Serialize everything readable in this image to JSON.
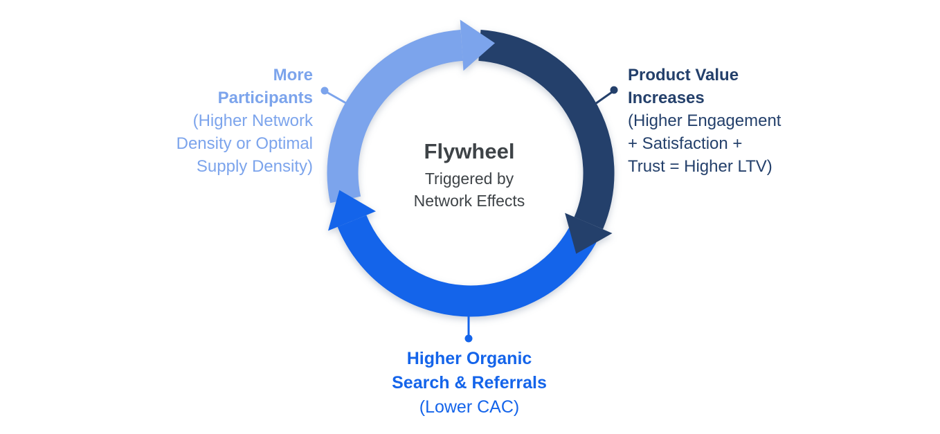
{
  "colors": {
    "light_blue": "#7CA4EC",
    "dark_navy": "#24406B",
    "blue": "#1464EA",
    "center_text": "#3E4347"
  },
  "center": {
    "title": "Flywheel",
    "subtitle": [
      "Triggered by",
      "Network Effects"
    ]
  },
  "nodes": {
    "participants": {
      "title": [
        "More",
        "Participants"
      ],
      "detail": [
        "(Higher Network",
        "Density or Optimal",
        "Supply Density)"
      ]
    },
    "product_value": {
      "title": [
        "Product Value",
        "Increases"
      ],
      "detail": [
        "(Higher Engagement",
        "+ Satisfaction +",
        "Trust = Higher LTV)"
      ]
    },
    "referrals": {
      "title": [
        "Higher Organic",
        "Search & Referrals"
      ],
      "detail": [
        "(Lower CAC)"
      ]
    }
  }
}
